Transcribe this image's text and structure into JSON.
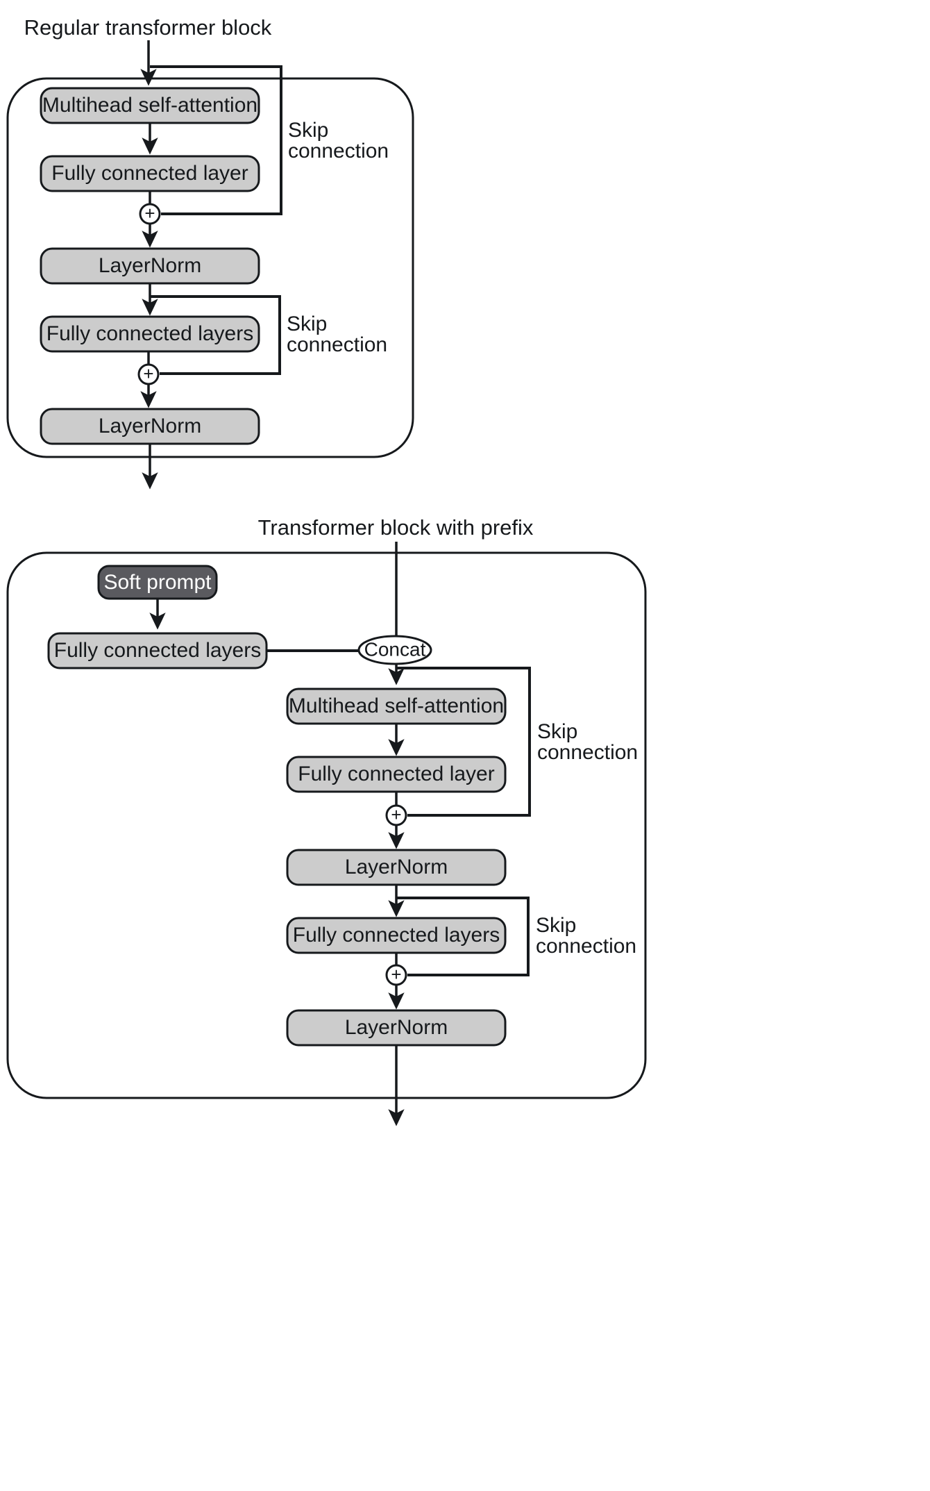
{
  "figure": {
    "title": "Transformer block variants: regular vs. prefix",
    "background_color": "#ffffff",
    "line_color": "#16191c",
    "node_fill": "#cccccc",
    "soft_prompt_fill": "#5a5a5f",
    "soft_prompt_text_color": "#ffffff"
  },
  "blocks": [
    {
      "id": "regular",
      "caption": "Regular transformer block",
      "nodes": [
        {
          "id": "r-mha",
          "label": "Multihead self-attention",
          "style": "gray"
        },
        {
          "id": "r-fc1",
          "label": "Fully connected layer",
          "style": "gray"
        },
        {
          "id": "r-add1",
          "label": "+",
          "style": "circle"
        },
        {
          "id": "r-ln1",
          "label": "LayerNorm",
          "style": "gray"
        },
        {
          "id": "r-fc2",
          "label": "Fully connected layers",
          "style": "gray"
        },
        {
          "id": "r-add2",
          "label": "+",
          "style": "circle"
        },
        {
          "id": "r-ln2",
          "label": "LayerNorm",
          "style": "gray"
        }
      ],
      "skip_labels": [
        {
          "id": "r-skip1",
          "line1": "Skip",
          "line2": "connection"
        },
        {
          "id": "r-skip2",
          "line1": "Skip",
          "line2": "connection"
        }
      ]
    },
    {
      "id": "prefix",
      "caption": "Transformer block with prefix",
      "nodes": [
        {
          "id": "p-soft",
          "label": "Soft prompt",
          "style": "dark"
        },
        {
          "id": "p-fcp",
          "label": "Fully connected layers",
          "style": "gray"
        },
        {
          "id": "p-concat",
          "label": "Concat",
          "style": "ellipse"
        },
        {
          "id": "p-mha",
          "label": "Multihead self-attention",
          "style": "gray"
        },
        {
          "id": "p-fc1",
          "label": "Fully connected layer",
          "style": "gray"
        },
        {
          "id": "p-add1",
          "label": "+",
          "style": "circle"
        },
        {
          "id": "p-ln1",
          "label": "LayerNorm",
          "style": "gray"
        },
        {
          "id": "p-fc2",
          "label": "Fully connected layers",
          "style": "gray"
        },
        {
          "id": "p-add2",
          "label": "+",
          "style": "circle"
        },
        {
          "id": "p-ln2",
          "label": "LayerNorm",
          "style": "gray"
        }
      ],
      "skip_labels": [
        {
          "id": "p-skip1",
          "line1": "Skip",
          "line2": "connection"
        },
        {
          "id": "p-skip2",
          "line1": "Skip",
          "line2": "connection"
        }
      ]
    }
  ]
}
